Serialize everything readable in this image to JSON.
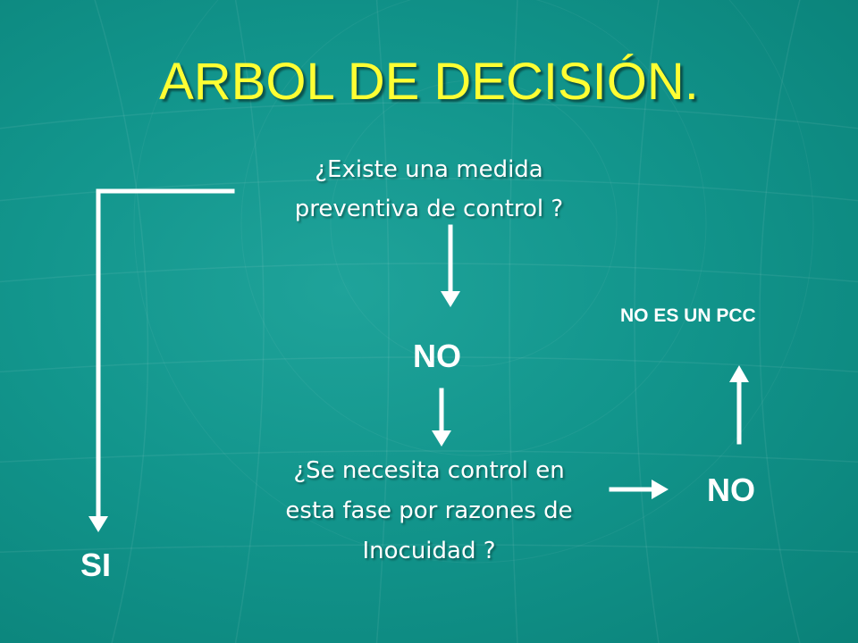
{
  "slide": {
    "title": "ARBOL DE DECISIÓN.",
    "question_1": {
      "line_1": "¿Existe una medida",
      "line_2": "preventiva de control ?"
    },
    "question_2": {
      "line_1": "¿Se  necesita control en",
      "line_2": "esta fase por razones de",
      "line_3": "Inocuidad ?"
    },
    "answer_no_1": "NO",
    "answer_no_2": "NO",
    "answer_si": "SI",
    "result": "NO ES UN PCC"
  },
  "colors": {
    "title": "#ffff33",
    "text": "#ffffff",
    "background": "#12958c"
  }
}
